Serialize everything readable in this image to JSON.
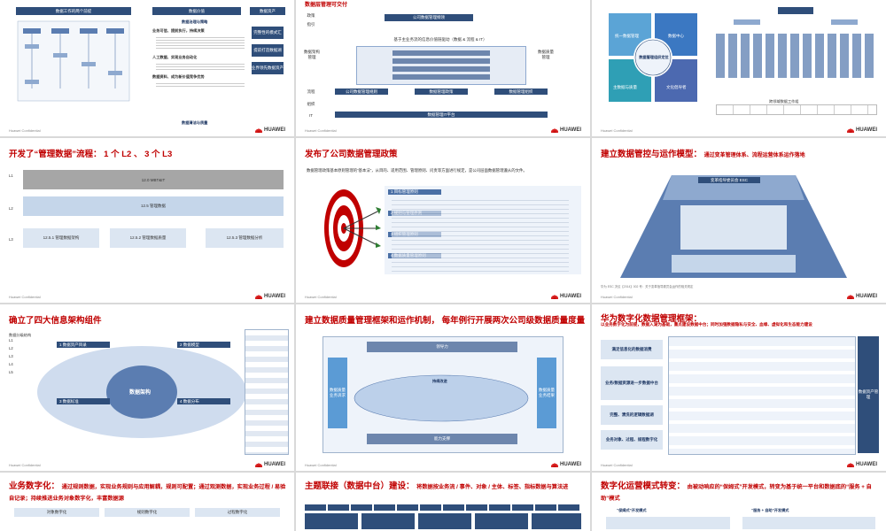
{
  "brand": {
    "name": "HUAWEI",
    "confidential": "Huawei Confidential"
  },
  "s1": {
    "header": "数据工作的两个前提",
    "mid_header": "数据价值",
    "right_header": "数据资产",
    "items": [
      "数据治理与策略",
      "业务可信、提前执行，持续决策",
      "人工数据、实现业务自动化",
      "数据资料、成为新价值竞争优势"
    ],
    "bottom": "数据清洁与质量",
    "right_items": [
      "完整性的模式汇",
      "提前打造数据湖",
      "业界领先数据资产"
    ]
  },
  "s2": {
    "heading": "数据层管理可交付",
    "tags": [
      "政策",
      "指引",
      "数据架构管理",
      "数据质量管理",
      "流程",
      "组织",
      "IT"
    ],
    "top_label": "公司数据管理纲领",
    "mid_label": "基于主业务流的信息价值链驱动（数据 & 流程 & IT）",
    "rows": [
      "公司数据管理规则",
      "数据管理政策",
      "数据管理组织",
      "数据管理IT平台"
    ]
  },
  "s3": {
    "center": "数据管理组织定位",
    "quads": [
      "统一数据管理",
      "数据中心",
      "主数据与质量",
      "文化倡导者"
    ],
    "bottom": "跨领域数据工作组"
  },
  "s4": {
    "title": "开发了“管理数据”流程：",
    "title2": "1 个 L2 、 3 个 L3",
    "rows": [
      "L1",
      "L2",
      "L3"
    ],
    "l1": "12.0 MBT&IT",
    "l2": "12.5 管理数据",
    "l3": [
      "12.5.1 管理数据架构",
      "12.5.2 管理数据质量",
      "12.5.3 管理数据分析"
    ]
  },
  "s5": {
    "title": "发布了公司数据管理政策",
    "intro": "数据管理政策基本原则管理的“基本法”，从目的、适用范围、管理原则、问责等方面进行规定，是公司层面数据管理遵从的文件。",
    "items": [
      "1 目标管理原则",
      "2 规则与管理原则",
      "3 组织管理原则",
      "4 数据质量管理原则"
    ]
  },
  "s6": {
    "title": "建立数据管控与运作模型：",
    "sub": "通过变革管理体系、流程运营体系运作落地",
    "side": "公司数据管理总流程",
    "top": "变革指导委员会 ESC",
    "note": "华为 ESC 决议【2014】002 号：关于变革指导委员会运作的相关规定"
  },
  "s7": {
    "title": "确立了四大信息架构组件",
    "center": "数据架构",
    "cards": [
      "1 数据资产目录",
      "2 数据模型",
      "3 数据标准",
      "4 数据分布"
    ],
    "left": "数据分级结构",
    "levels": [
      "L1",
      "L2",
      "L3",
      "L4",
      "L5"
    ]
  },
  "s8": {
    "title": "建立数据质量管理框架和运作机制，",
    "sub": "每年例行开展两次公司级数据质量度量",
    "top": "领导力",
    "mid": "持续改进",
    "bottom": "能力支撑",
    "left": "数据质量业务诉求",
    "right": "数据质量业务结果"
  },
  "s9": {
    "title": "华为数字化数据管理框架：",
    "sub": "以业务数字化为前提，数据入湖为基础，重点建设数据中台；同时加强数据隐私与安全、血缘、虚拟化和生态能力建设",
    "rows": [
      "满足信息化的数据消费",
      "业务/数据资源进一步数据中台",
      "完整、清洗的逻辑数据湖",
      "业务对象、过程、规程数字化"
    ],
    "right": "数据资产管理"
  },
  "s10": {
    "title": "业务数字化：",
    "sub": "通过规则数据，实现业务规则与应用解耦，规则可配置；通过观测数据，实现业务过程 / 易验自记录；持续推进业务对象数字化，丰富数据源",
    "cols": [
      "对象数字化",
      "规则数字化",
      "过程数字化"
    ]
  },
  "s11": {
    "title": "主题联接（数据中台）建设：",
    "sub": "将数据按业务流 / 事件、对象 / 主体、标签、指标数据与算法进"
  },
  "s12": {
    "title": "数字化运营模式转变：",
    "sub": "由被动响应的“保姆式”开发模式，转变为基于统一平台和数据底的“服务 + 自助”模式",
    "a": "“保姆式”开发模式",
    "b": "“服务 + 自助”开发模式"
  }
}
